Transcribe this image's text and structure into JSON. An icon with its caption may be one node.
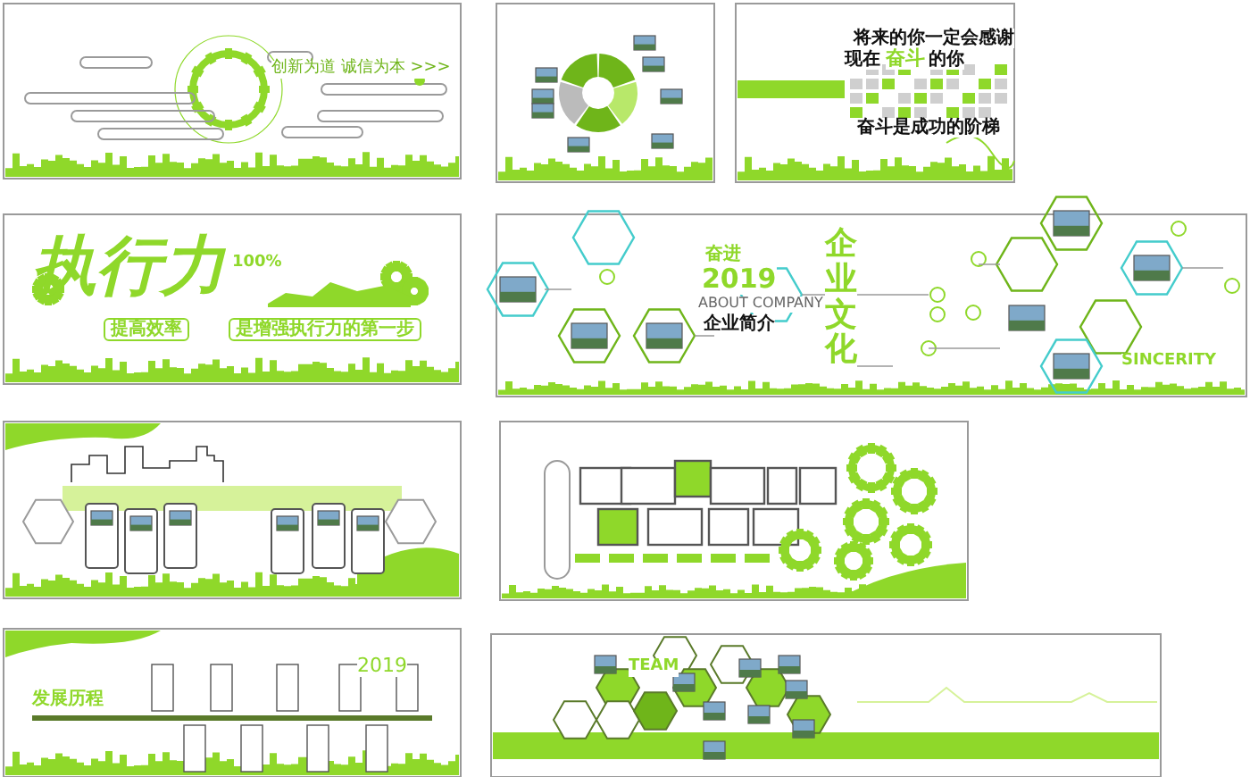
{
  "diagram": {
    "labels": [
      "创新为道 诚信为本 >>>",
      "将来的你一定会感谢",
      "现在",
      "奋斗",
      "的你",
      "奋斗是成功的阶梯",
      "执行力",
      "100%",
      "提高效率",
      "是增强执行力的第一步",
      "奋进",
      "2019",
      "ABOUT COMPANY",
      "企业简介",
      "企业文化",
      "SINCERITY",
      "发展历程",
      "2019",
      "TEAM"
    ]
  }
}
